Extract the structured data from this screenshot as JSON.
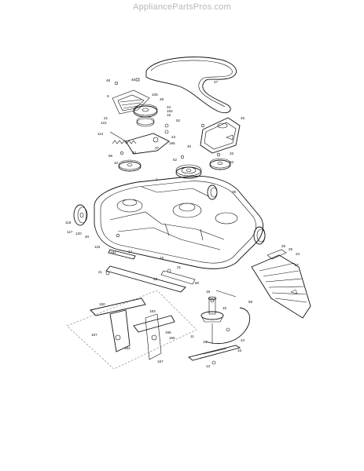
{
  "header": {
    "watermark": "AppliancePartsPros.com"
  },
  "callouts": [
    "48",
    "46",
    "47",
    "6",
    "105",
    "39",
    "34",
    "182",
    "16",
    "52",
    "21",
    "122",
    "45",
    "114",
    "43",
    "196",
    "37",
    "96",
    "40",
    "33",
    "32",
    "52",
    "33",
    "32",
    "1",
    "39",
    "118",
    "117",
    "120",
    "40",
    "115",
    "194",
    "12",
    "15",
    "21",
    "21",
    "22",
    "60",
    "26",
    "24",
    "25",
    "27",
    "59",
    "160",
    "193",
    "197",
    "196",
    "155",
    "184",
    "197",
    "11",
    "16",
    "18",
    "15",
    "16",
    "24",
    "13"
  ]
}
